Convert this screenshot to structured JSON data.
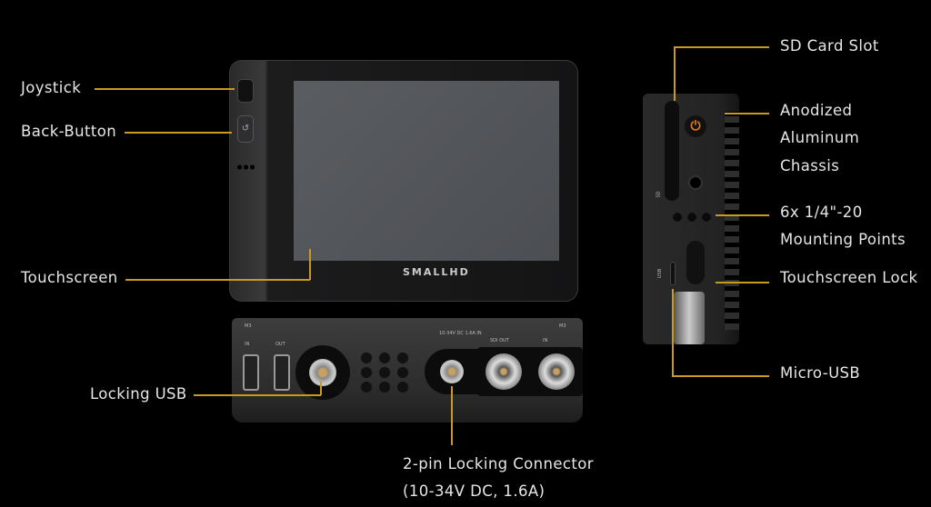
{
  "labels": {
    "joystick": "Joystick",
    "back_button": "Back-Button",
    "touchscreen": "Touchscreen",
    "locking_usb": "Locking USB",
    "two_pin_line1": "2-pin Locking Connector",
    "two_pin_line2": "(10-34V DC, 1.6A)",
    "sd_card_slot": "SD Card Slot",
    "chassis_line1": "Anodized",
    "chassis_line2": "Aluminum",
    "chassis_line3": "Chassis",
    "mounting_line1": "6x 1/4\"-20",
    "mounting_line2": "Mounting Points",
    "touchscreen_lock": "Touchscreen Lock",
    "micro_usb": "Micro-USB"
  },
  "device": {
    "logo": "SMALLHD",
    "ports": {
      "m3_left": "M3",
      "m3_right": "M3",
      "hdmi_in": "IN",
      "hdmi_out": "OUT",
      "power": "10-34V DC 1.6A IN",
      "sdi_out": "SDI OUT",
      "sdi_in": "IN",
      "sd": "SD",
      "usb": "USB"
    }
  },
  "colors": {
    "callout": "#c99a1c",
    "power_button": "#e07a1a"
  }
}
